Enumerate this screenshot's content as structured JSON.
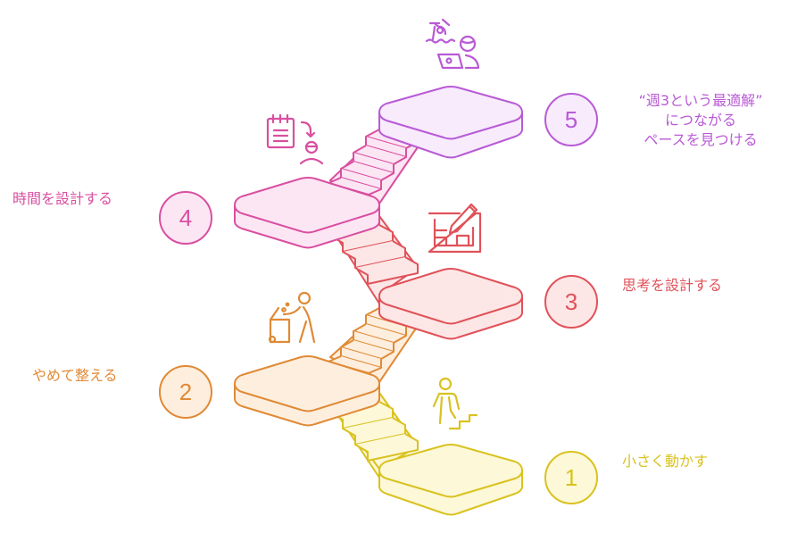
{
  "diagram": {
    "type": "staircase-steps",
    "steps": [
      {
        "number": "1",
        "label": "小さく動かす",
        "icon": "person-climbing-stairs-icon",
        "color": "#d9c21f",
        "fill": "#fdf8d8",
        "side": "right"
      },
      {
        "number": "2",
        "label": "やめて整える",
        "icon": "person-disposing-trash-icon",
        "color": "#e08a35",
        "fill": "#fdeede",
        "side": "left"
      },
      {
        "number": "3",
        "label": "思考を設計する",
        "icon": "blueprint-pencil-icon",
        "color": "#e0525a",
        "fill": "#fde6e6",
        "side": "right"
      },
      {
        "number": "4",
        "label": "時間を設計する",
        "icon": "notepad-to-person-icon",
        "color": "#d94fa0",
        "fill": "#fce6f4",
        "side": "left"
      },
      {
        "number": "5",
        "label_lines": [
          "“週3という最適解”",
          "につながる",
          "ペースを見つける"
        ],
        "icon": "beach-laptop-person-icon",
        "color": "#b95ad6",
        "fill": "#f7ebfc",
        "side": "right"
      }
    ]
  }
}
